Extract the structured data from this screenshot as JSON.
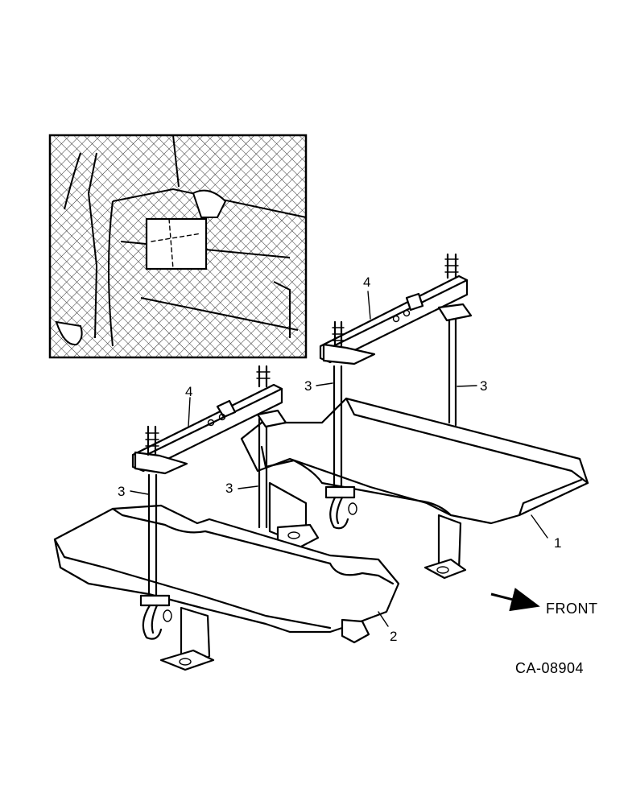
{
  "labels": {
    "callout_1": "1",
    "callout_2": "2",
    "callout_3a": "3",
    "callout_3b": "3",
    "callout_3c": "3",
    "callout_3d": "3",
    "callout_4a": "4",
    "callout_4b": "4",
    "front": "FRONT",
    "drawing_number": "CA-08904"
  }
}
